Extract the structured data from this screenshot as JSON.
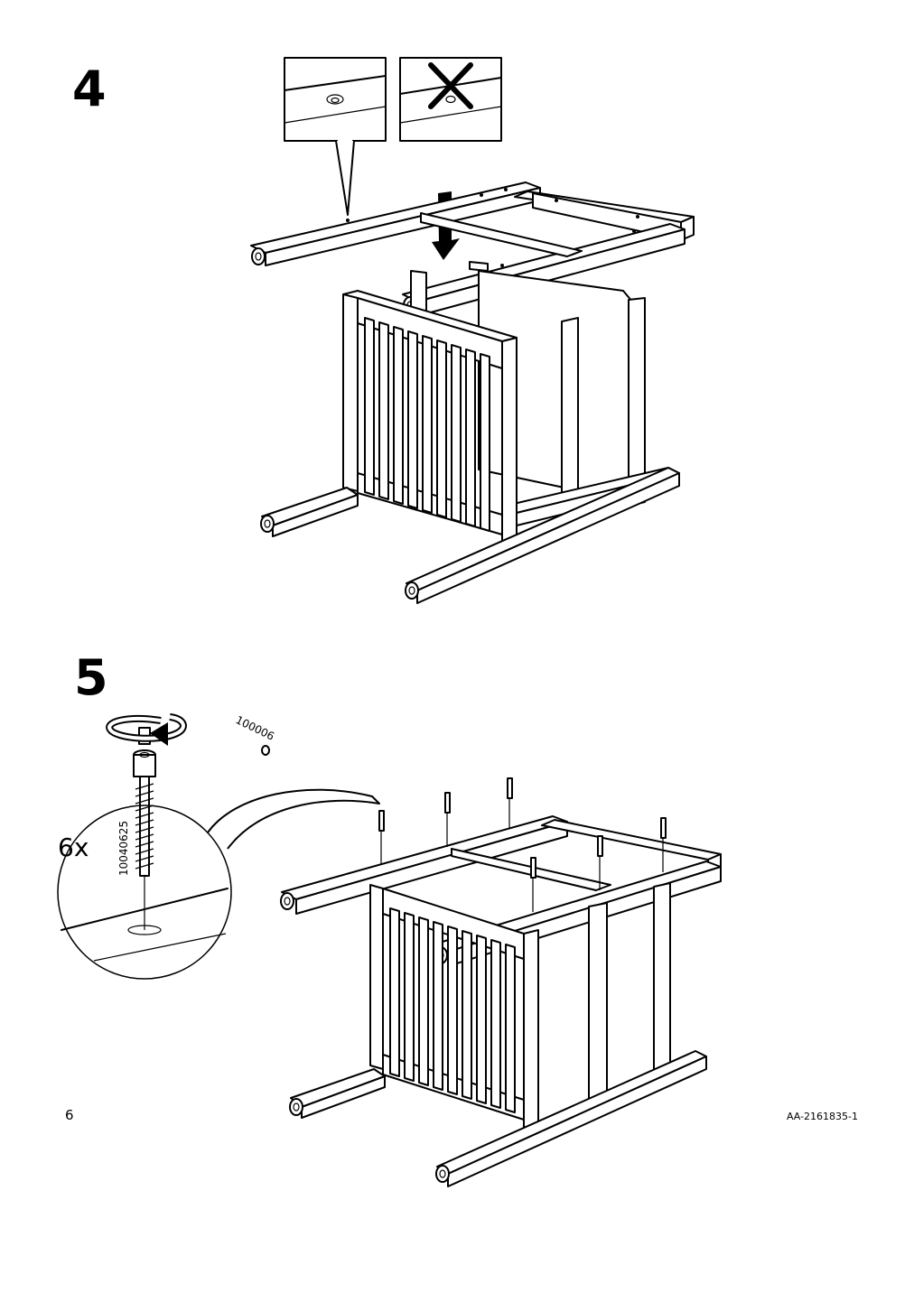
{
  "steps": [
    {
      "number": "4"
    },
    {
      "number": "5"
    }
  ],
  "step5": {
    "quantity": "6x",
    "allen_key_part": "100006",
    "screw_part": "10040625"
  },
  "footer": {
    "page_number": "6",
    "doc_code": "AA-2161835-1"
  }
}
